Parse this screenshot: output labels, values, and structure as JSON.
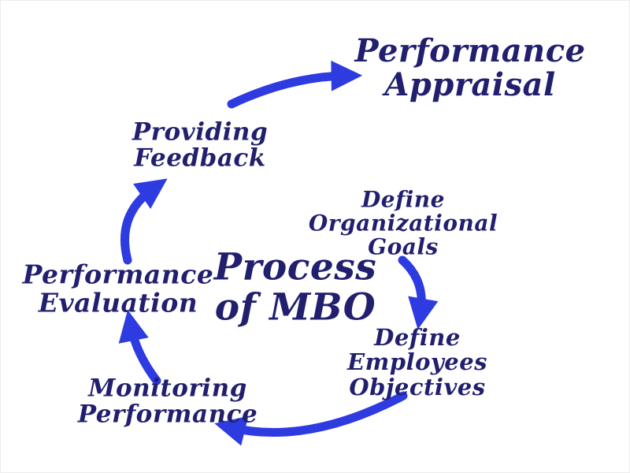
{
  "diagram": {
    "title": {
      "lines": [
        "Process",
        "of MBO"
      ]
    },
    "steps": [
      {
        "name": "performance-appraisal",
        "lines": [
          "Performance",
          "Appraisal"
        ]
      },
      {
        "name": "providing-feedback",
        "lines": [
          "Providing",
          "Feedback"
        ]
      },
      {
        "name": "define-organizational-goals",
        "lines": [
          "Define",
          "Organizational",
          "Goals"
        ]
      },
      {
        "name": "define-employees-objectives",
        "lines": [
          "Define",
          "Employees",
          "Objectives"
        ]
      },
      {
        "name": "monitoring-performance",
        "lines": [
          "Monitoring",
          "Performance"
        ]
      },
      {
        "name": "performance-evaluation",
        "lines": [
          "Performance",
          "Evaluation"
        ]
      }
    ],
    "flow_order": [
      "define-organizational-goals",
      "define-employees-objectives",
      "monitoring-performance",
      "performance-evaluation",
      "providing-feedback",
      "performance-appraisal"
    ],
    "colors": {
      "text": "#211f6e",
      "arrow": "#2d3be0",
      "background": "#ffffff"
    }
  }
}
